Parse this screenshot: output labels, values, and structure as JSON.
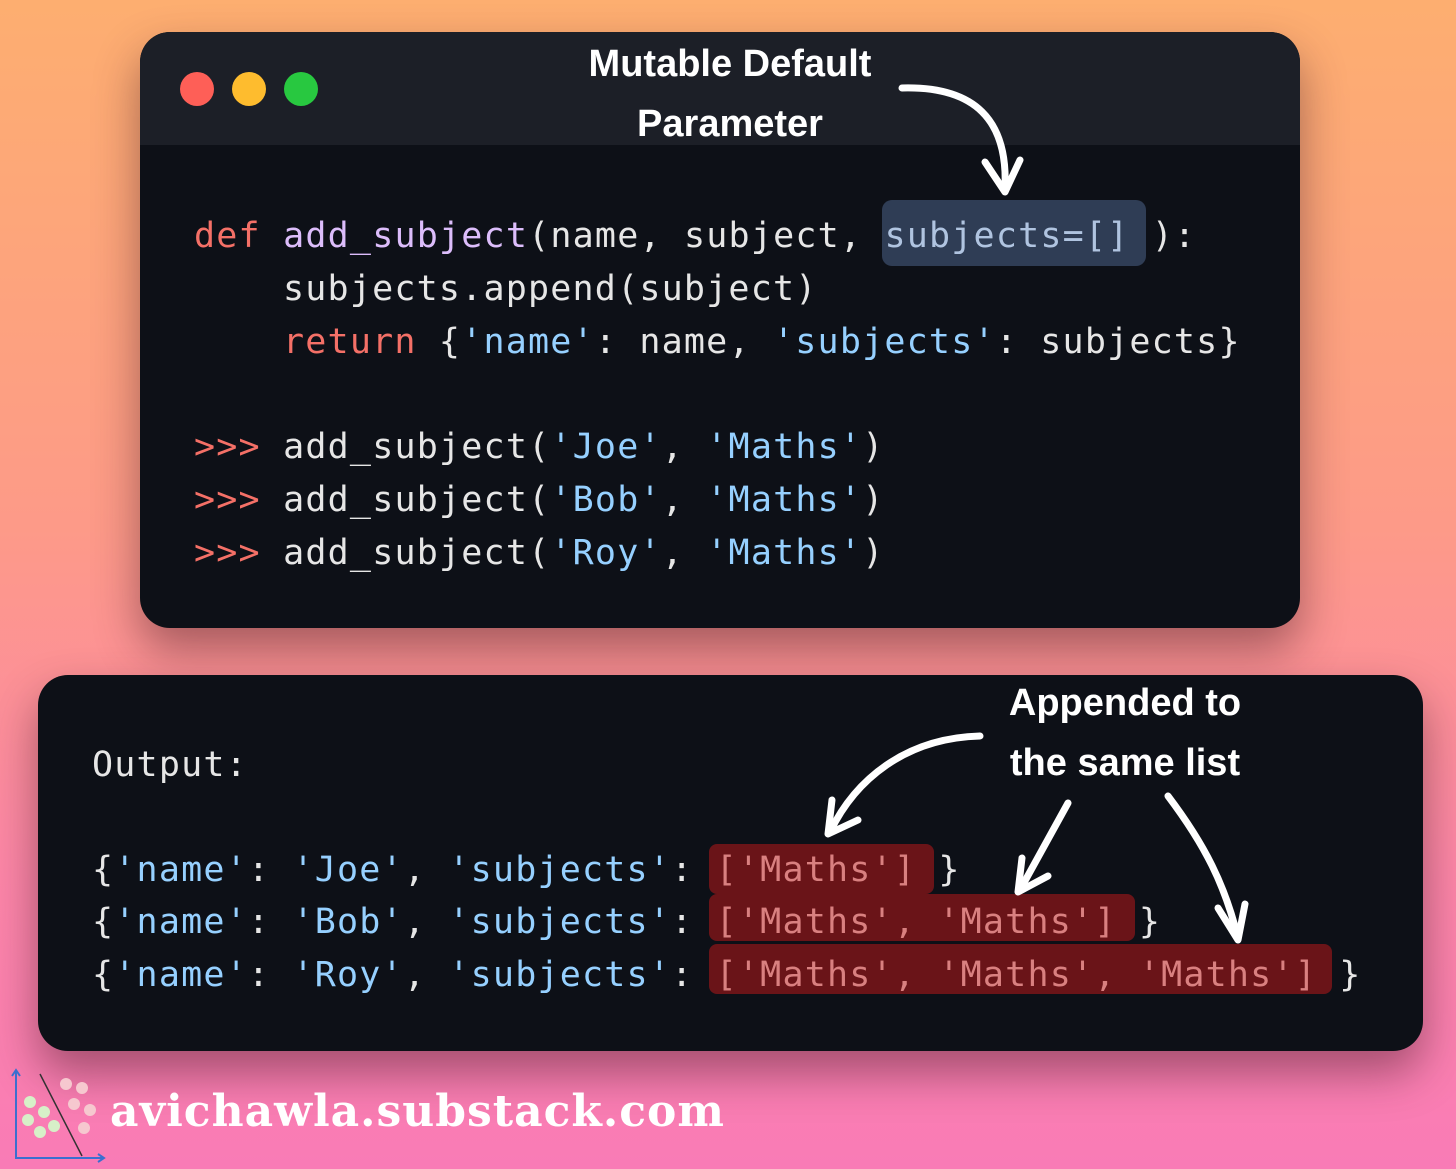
{
  "window": {
    "annotation_line1": "Mutable Default",
    "annotation_line2": "Parameter",
    "code": {
      "l1_def": "def",
      "l1_fn": "add_subject",
      "l1_args": "(name, subject, ",
      "l1_param": "subjects=[]",
      "l1_end": " ):",
      "l2": "subjects.append(subject)",
      "l3_kw": "return",
      "l3_a": " {",
      "l3_s1": "'name'",
      "l3_b": ": name, ",
      "l3_s2": "'subjects'",
      "l3_c": ": subjects}",
      "prompt": ">>>",
      "calls": [
        {
          "pre": "add_subject(",
          "arg1": "'Joe'",
          "mid": ", ",
          "arg2": "'Maths'",
          "post": ")"
        },
        {
          "pre": "add_subject(",
          "arg1": "'Bob'",
          "mid": ", ",
          "arg2": "'Maths'",
          "post": ")"
        },
        {
          "pre": "add_subject(",
          "arg1": "'Roy'",
          "mid": ", ",
          "arg2": "'Maths'",
          "post": ")"
        }
      ]
    }
  },
  "output": {
    "label": "Output:",
    "annotation_line1": "Appended to",
    "annotation_line2": "the same list",
    "rows": [
      {
        "open": "{",
        "k1": "'name'",
        "sep1": ": ",
        "v1": "'Joe'",
        "sep2": ", ",
        "k2": "'subjects'",
        "sep3": ": ",
        "list": "['Maths']",
        "close": " }"
      },
      {
        "open": "{",
        "k1": "'name'",
        "sep1": ": ",
        "v1": "'Bob'",
        "sep2": ", ",
        "k2": "'subjects'",
        "sep3": ": ",
        "list": "['Maths', 'Maths']",
        "close": " }"
      },
      {
        "open": "{",
        "k1": "'name'",
        "sep1": ": ",
        "v1": "'Roy'",
        "sep2": ", ",
        "k2": "'subjects'",
        "sep3": ": ",
        "list": "['Maths', 'Maths', 'Maths']",
        "close": " }"
      }
    ]
  },
  "footer": {
    "site": "avichawla.substack.com"
  },
  "colors": {
    "keyword": "#f47067",
    "function": "#dcbdfb",
    "string": "#96d0ff",
    "param_highlight": "#2f3d55",
    "output_highlight": "#6a1418"
  }
}
